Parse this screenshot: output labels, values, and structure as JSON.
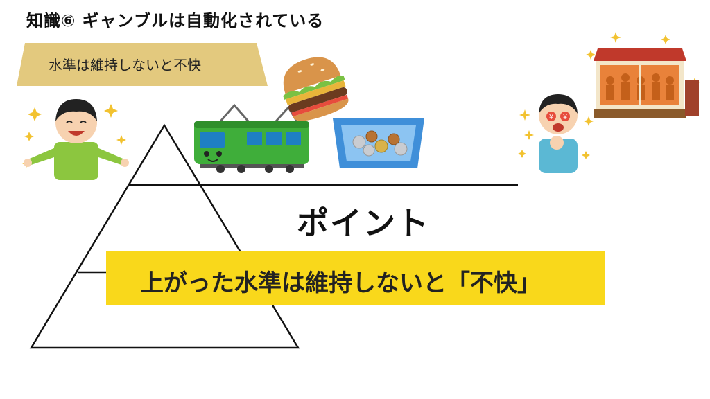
{
  "slide": {
    "title": "知識⑥ ギャンブルは自動化されている",
    "subtitle": "水準は維持しないと不快",
    "point_heading": "ポイント",
    "point_text": "上がった水準は維持しないと「不快」"
  },
  "illustrations": [
    "happy-boy-icon",
    "train-icon",
    "hamburger-icon",
    "coin-tray-icon",
    "yen-eyes-man-icon",
    "crowded-shop-icon"
  ],
  "colors": {
    "banner": "#e3c97e",
    "highlight": "#f9d81b",
    "train": "#3fae3a",
    "tray": "#3f8fd9"
  }
}
